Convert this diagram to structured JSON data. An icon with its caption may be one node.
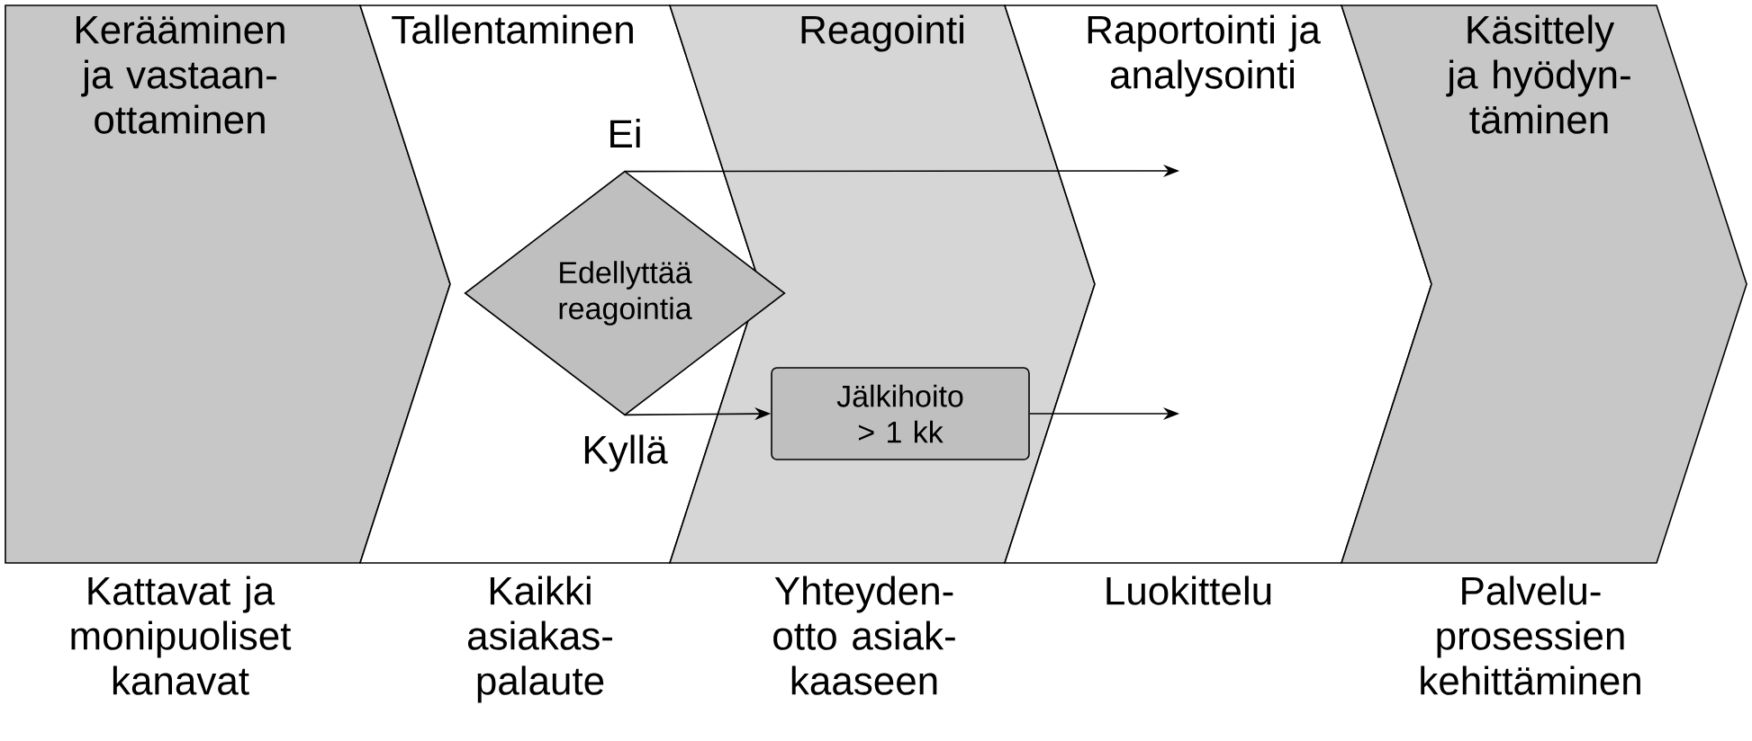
{
  "diagram": {
    "nodes": [
      {
        "text": [
          "Kerääminen ja vastaan-ottaminen"
        ],
        "beside": [
          "Kattavat ja monipuoliset kanavat"
        ]
      },
      {
        "text": [
          "Tallentaminen"
        ],
        "beside": [
          "Kaikki asiakas-palaute"
        ]
      },
      {
        "text": [
          "Reagointi"
        ],
        "beside": [
          "Yhteyden-otto asiak-kaaseen"
        ]
      },
      {
        "text": [
          "Raportointi ja analysointi"
        ],
        "beside": [
          "Luokittelu"
        ]
      },
      {
        "text": [
          "Käsittely ja hyödyn-täminen"
        ],
        "beside": [
          "Palvelu-prosessien kehittäminen"
        ]
      },
      {
        "text": [
          "Edellyttää reagointia"
        ],
        "in": 1
      },
      {
        "text": [
          "Jälkihoito > 1 kk"
        ],
        "in": 2
      }
    ],
    "edges": [
      {
        "from": 5,
        "to": 3,
        "arrow": "to",
        "label": "Ei"
      },
      {
        "from": 5,
        "to": 6,
        "arrow": "to",
        "label": "Kyllä"
      },
      {
        "from": 6,
        "to": 3,
        "arrow": "to"
      }
    ]
  }
}
